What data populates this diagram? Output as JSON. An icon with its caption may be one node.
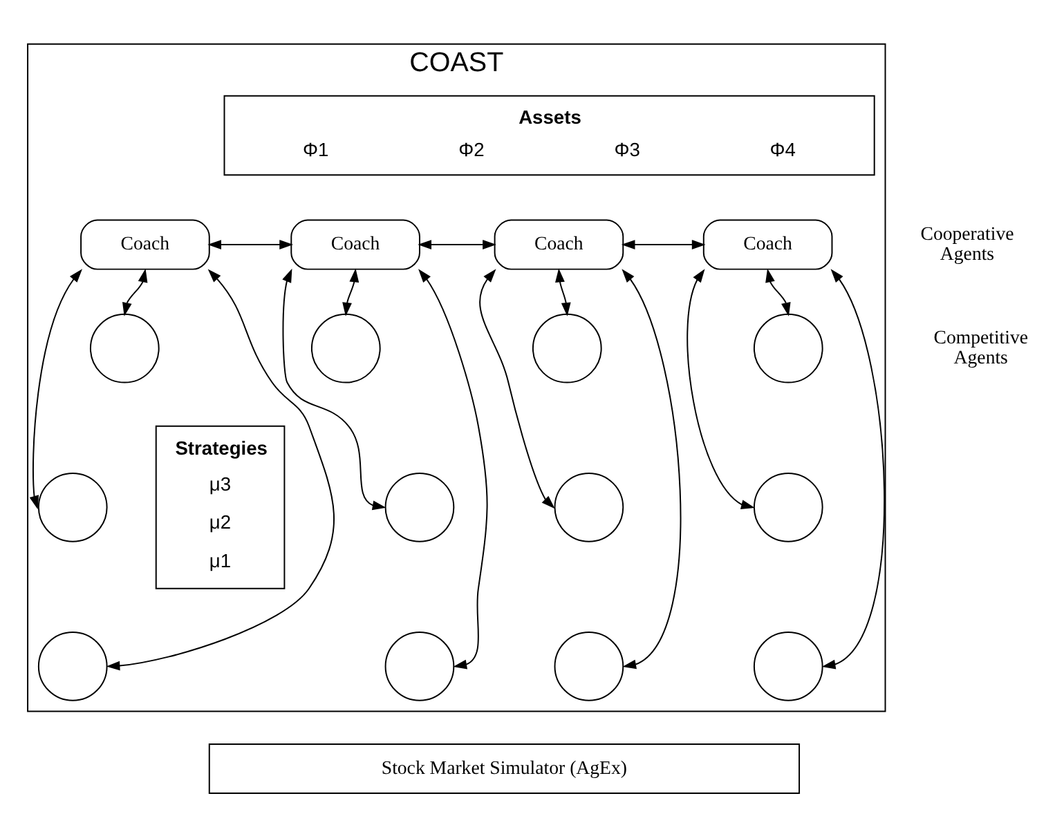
{
  "diagram": {
    "nodes": [
      {
        "text": [
          "COAST"
        ]
      },
      {
        "text": [
          "Assets",
          "Φ1",
          "Φ2",
          "Φ3",
          "Φ4"
        ],
        "in": 0
      },
      {
        "text": [
          "Strategies",
          "μ3",
          "μ2",
          "μ1"
        ],
        "in": 0
      },
      {
        "text": [
          "Coach"
        ],
        "in": 0
      },
      {
        "text": [
          "Coach"
        ],
        "in": 0
      },
      {
        "text": [
          "Coach"
        ],
        "in": 0
      },
      {
        "text": [
          "Coach"
        ],
        "in": 0
      },
      {
        "text": [],
        "shape": "circle",
        "in": 0
      },
      {
        "text": [],
        "shape": "circle",
        "in": 0
      },
      {
        "text": [],
        "shape": "circle",
        "in": 0
      },
      {
        "text": [],
        "shape": "circle",
        "in": 0
      },
      {
        "text": [],
        "shape": "circle",
        "in": 0
      },
      {
        "text": [],
        "shape": "circle",
        "in": 0
      },
      {
        "text": [],
        "shape": "circle",
        "in": 0
      },
      {
        "text": [],
        "shape": "circle",
        "in": 0
      },
      {
        "text": [],
        "shape": "circle",
        "in": 0
      },
      {
        "text": [],
        "shape": "circle",
        "in": 0
      },
      {
        "text": [],
        "shape": "circle",
        "in": 0
      },
      {
        "text": [],
        "shape": "circle",
        "in": 0
      },
      {
        "text": [
          "Stock Market Simulator (AgEx)"
        ]
      }
    ],
    "edges": [
      {
        "from": 3,
        "to": 4,
        "arrow": "both"
      },
      {
        "from": 4,
        "to": 5,
        "arrow": "both"
      },
      {
        "from": 5,
        "to": 6,
        "arrow": "both"
      },
      {
        "from": 3,
        "to": 7,
        "arrow": "both"
      },
      {
        "from": 4,
        "to": 8,
        "arrow": "both"
      },
      {
        "from": 5,
        "to": 9,
        "arrow": "both"
      },
      {
        "from": 6,
        "to": 10,
        "arrow": "both"
      },
      {
        "from": 3,
        "to": 11,
        "arrow": "both"
      },
      {
        "from": 4,
        "to": 12,
        "arrow": "both"
      },
      {
        "from": 5,
        "to": 13,
        "arrow": "both"
      },
      {
        "from": 6,
        "to": 14,
        "arrow": "both"
      },
      {
        "from": 3,
        "to": 15,
        "arrow": "both"
      },
      {
        "from": 4,
        "to": 16,
        "arrow": "both"
      },
      {
        "from": 5,
        "to": 17,
        "arrow": "both"
      },
      {
        "from": 6,
        "to": 18,
        "arrow": "both"
      }
    ],
    "labels": [
      "Cooperative Agents",
      "Competitive Agents"
    ]
  }
}
